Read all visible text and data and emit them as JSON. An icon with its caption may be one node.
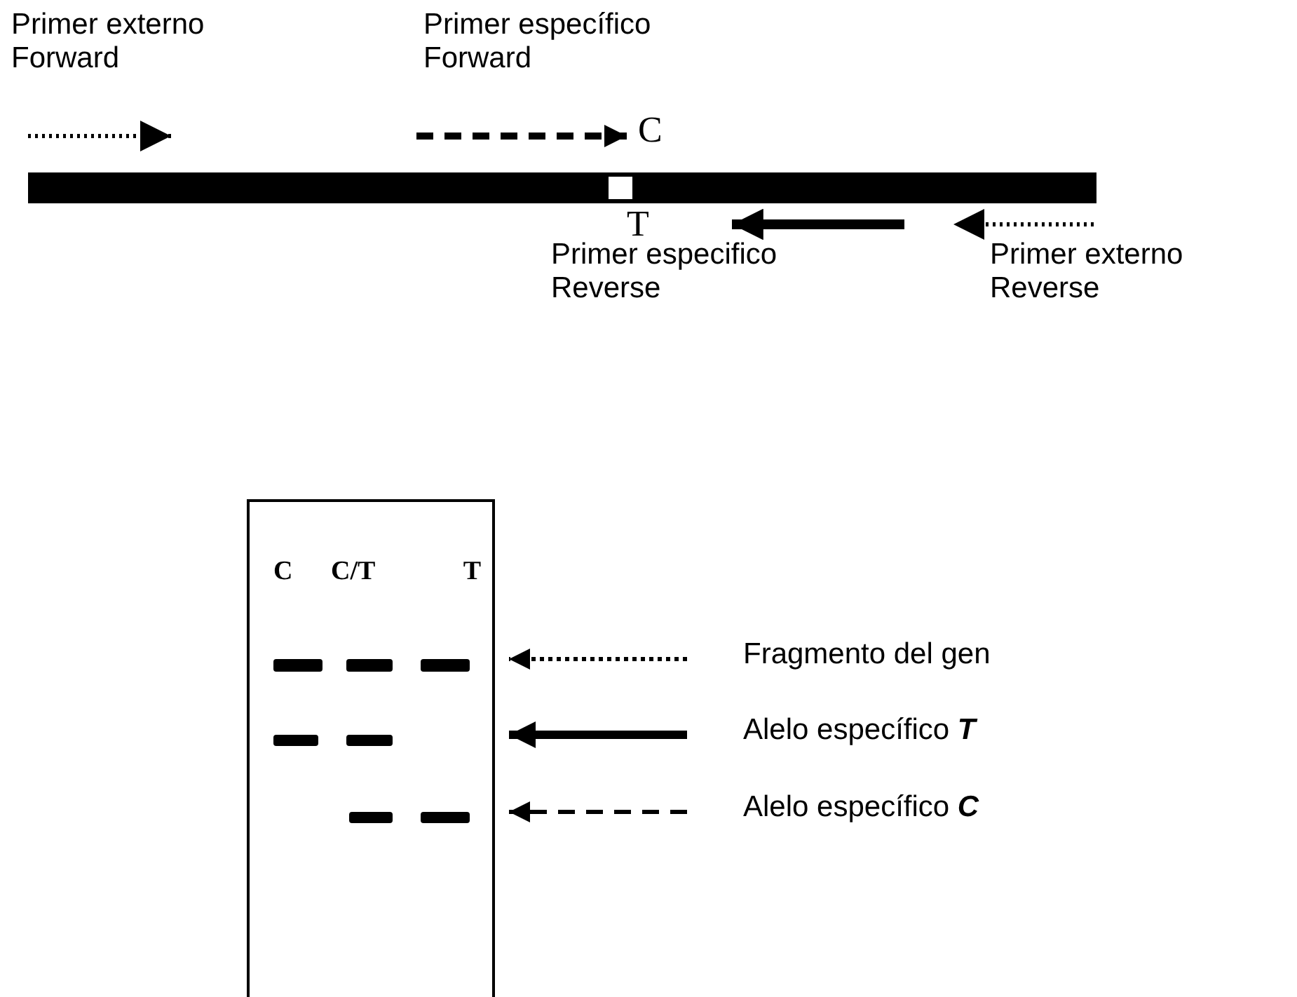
{
  "diagram": {
    "nodes": [
      {
        "text": [
          "C",
          "C/T",
          "T"
        ]
      },
      {
        "text": [
          "Fragmento del gen"
        ]
      },
      {
        "text": [
          "Alelo específico **T**"
        ]
      },
      {
        "text": [
          "Alelo específico **C**"
        ]
      }
    ],
    "edges": [
      {
        "from": 1,
        "to": 0,
        "arrow": "to",
        "style": "dashed"
      },
      {
        "from": 2,
        "to": 0,
        "arrow": "to",
        "style": "thick"
      },
      {
        "from": 3,
        "to": 0,
        "arrow": "to",
        "style": "dashed"
      }
    ],
    "labels": [
      "Primer externo Forward",
      "Primer específico Forward",
      "C",
      "T",
      "Primer especifico Reverse",
      "Primer externo Reverse"
    ]
  }
}
